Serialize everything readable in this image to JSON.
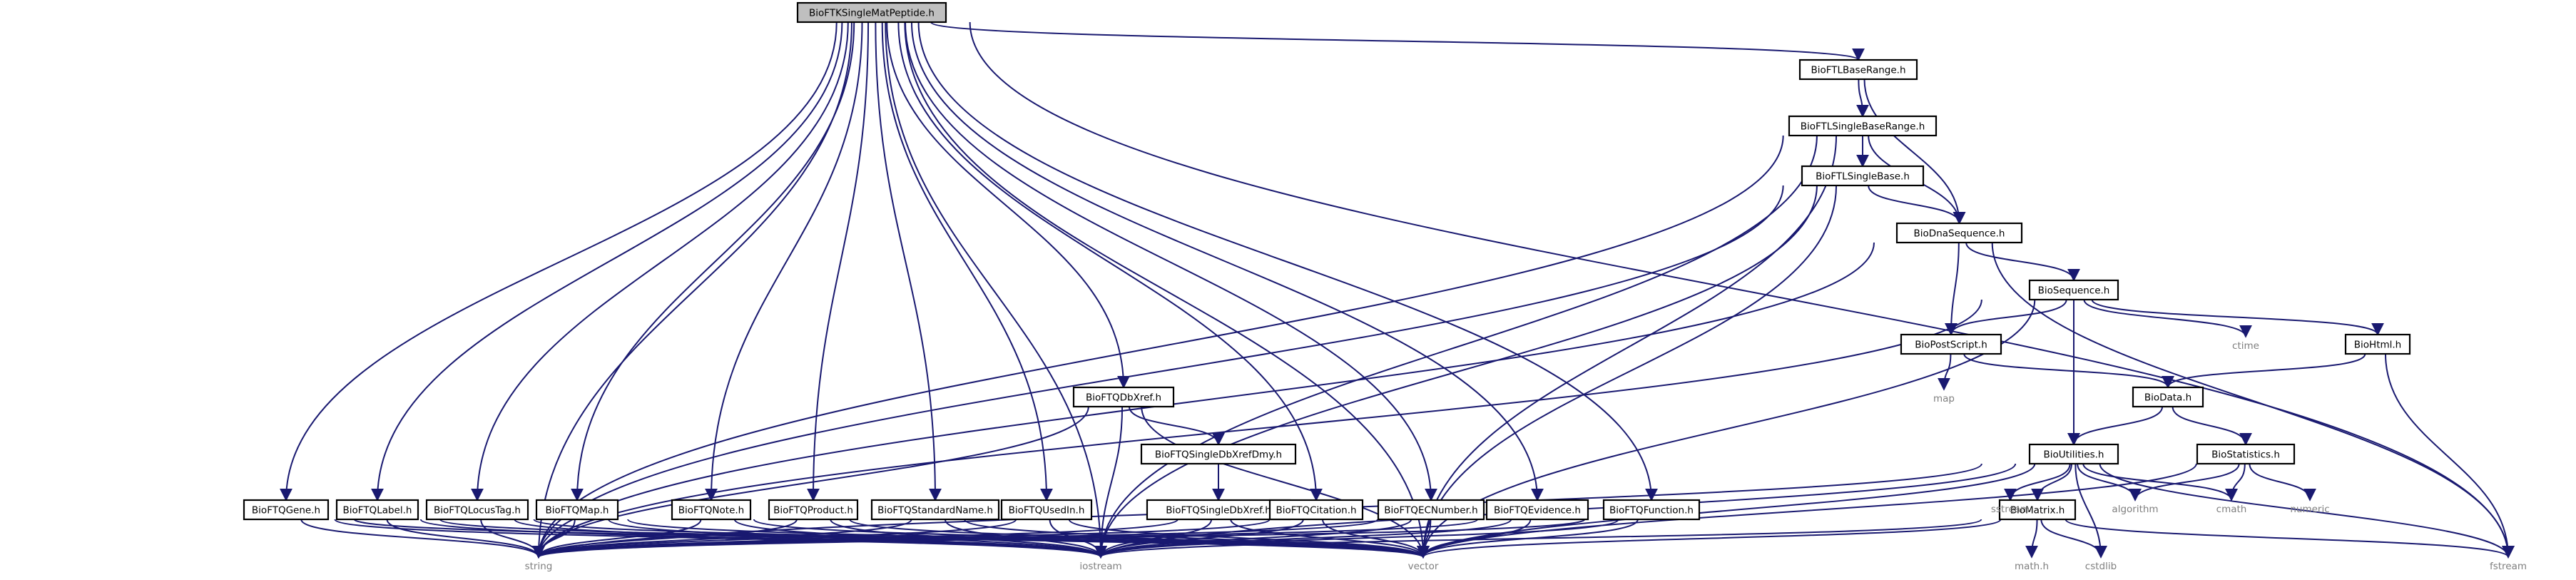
{
  "diagram": {
    "title": "",
    "edge_color": "#191970",
    "root_fill": "#bfbfbf",
    "nodes": [
      {
        "id": "root",
        "label": "BioFTKSingleMatPeptide.h",
        "kind": "root"
      },
      {
        "id": "fbaserange",
        "label": "BioFTLBaseRange.h",
        "kind": "header"
      },
      {
        "id": "fsinglebaserange",
        "label": "BioFTLSingleBaseRange.h",
        "kind": "header"
      },
      {
        "id": "fsinglebase",
        "label": "BioFTLSingleBase.h",
        "kind": "header"
      },
      {
        "id": "dnaseq",
        "label": "BioDnaSequence.h",
        "kind": "header"
      },
      {
        "id": "seq",
        "label": "BioSequence.h",
        "kind": "header"
      },
      {
        "id": "postscript",
        "label": "BioPostScript.h",
        "kind": "header"
      },
      {
        "id": "html",
        "label": "BioHtml.h",
        "kind": "header"
      },
      {
        "id": "data",
        "label": "BioData.h",
        "kind": "header"
      },
      {
        "id": "utilities",
        "label": "BioUtilities.h",
        "kind": "header"
      },
      {
        "id": "statistics",
        "label": "BioStatistics.h",
        "kind": "header"
      },
      {
        "id": "matrix",
        "label": "BioMatrix.h",
        "kind": "header"
      },
      {
        "id": "dbxref",
        "label": "BioFTQDbXref.h",
        "kind": "header"
      },
      {
        "id": "singledbxrefdmy",
        "label": "BioFTQSingleDbXrefDmy.h",
        "kind": "header"
      },
      {
        "id": "singledbxref",
        "label": "BioFTQSingleDbXref.h",
        "kind": "header"
      },
      {
        "id": "gene",
        "label": "BioFTQGene.h",
        "kind": "header"
      },
      {
        "id": "label",
        "label": "BioFTQLabel.h",
        "kind": "header"
      },
      {
        "id": "locustag",
        "label": "BioFTQLocusTag.h",
        "kind": "header"
      },
      {
        "id": "map",
        "label": "BioFTQMap.h",
        "kind": "header"
      },
      {
        "id": "note",
        "label": "BioFTQNote.h",
        "kind": "header"
      },
      {
        "id": "product",
        "label": "BioFTQProduct.h",
        "kind": "header"
      },
      {
        "id": "stdname",
        "label": "BioFTQStandardName.h",
        "kind": "header"
      },
      {
        "id": "usedin",
        "label": "BioFTQUsedIn.h",
        "kind": "header"
      },
      {
        "id": "citation",
        "label": "BioFTQCitation.h",
        "kind": "header"
      },
      {
        "id": "ecnumber",
        "label": "BioFTQECNumber.h",
        "kind": "header"
      },
      {
        "id": "evidence",
        "label": "BioFTQEvidence.h",
        "kind": "header"
      },
      {
        "id": "function",
        "label": "BioFTQFunction.h",
        "kind": "header"
      },
      {
        "id": "string",
        "label": "string",
        "kind": "system"
      },
      {
        "id": "iostream",
        "label": "iostream",
        "kind": "system"
      },
      {
        "id": "vector",
        "label": "vector",
        "kind": "system"
      },
      {
        "id": "fstream",
        "label": "fstream",
        "kind": "system"
      },
      {
        "id": "ctime",
        "label": "ctime",
        "kind": "system"
      },
      {
        "id": "mapsys",
        "label": "map",
        "kind": "system"
      },
      {
        "id": "sstream",
        "label": "sstream",
        "kind": "system"
      },
      {
        "id": "algorithm",
        "label": "algorithm",
        "kind": "system"
      },
      {
        "id": "cmath",
        "label": "cmath",
        "kind": "system"
      },
      {
        "id": "numeric",
        "label": "numeric",
        "kind": "system"
      },
      {
        "id": "mathh",
        "label": "math.h",
        "kind": "system"
      },
      {
        "id": "cstdlib",
        "label": "cstdlib",
        "kind": "system"
      }
    ],
    "edges": [
      [
        "root",
        "string"
      ],
      [
        "root",
        "iostream"
      ],
      [
        "root",
        "vector"
      ],
      [
        "root",
        "fstream"
      ],
      [
        "root",
        "fbaserange"
      ],
      [
        "root",
        "dbxref"
      ],
      [
        "root",
        "gene"
      ],
      [
        "root",
        "label"
      ],
      [
        "root",
        "locustag"
      ],
      [
        "root",
        "map"
      ],
      [
        "root",
        "note"
      ],
      [
        "root",
        "product"
      ],
      [
        "root",
        "stdname"
      ],
      [
        "root",
        "usedin"
      ],
      [
        "root",
        "citation"
      ],
      [
        "root",
        "ecnumber"
      ],
      [
        "root",
        "evidence"
      ],
      [
        "root",
        "function"
      ],
      [
        "fbaserange",
        "fsinglebaserange"
      ],
      [
        "fbaserange",
        "dnaseq"
      ],
      [
        "fsinglebaserange",
        "string"
      ],
      [
        "fsinglebaserange",
        "iostream"
      ],
      [
        "fsinglebaserange",
        "vector"
      ],
      [
        "fsinglebaserange",
        "fsinglebase"
      ],
      [
        "fsinglebaserange",
        "dnaseq"
      ],
      [
        "fsinglebase",
        "string"
      ],
      [
        "fsinglebase",
        "iostream"
      ],
      [
        "fsinglebase",
        "vector"
      ],
      [
        "fsinglebase",
        "dnaseq"
      ],
      [
        "dnaseq",
        "string"
      ],
      [
        "dnaseq",
        "seq"
      ],
      [
        "dnaseq",
        "postscript"
      ],
      [
        "dnaseq",
        "fstream"
      ],
      [
        "seq",
        "string"
      ],
      [
        "seq",
        "vector"
      ],
      [
        "seq",
        "ctime"
      ],
      [
        "seq",
        "postscript"
      ],
      [
        "seq",
        "html"
      ],
      [
        "seq",
        "utilities"
      ],
      [
        "postscript",
        "mapsys"
      ],
      [
        "postscript",
        "data"
      ],
      [
        "html",
        "data"
      ],
      [
        "html",
        "fstream"
      ],
      [
        "data",
        "utilities"
      ],
      [
        "data",
        "statistics"
      ],
      [
        "utilities",
        "string"
      ],
      [
        "utilities",
        "iostream"
      ],
      [
        "utilities",
        "vector"
      ],
      [
        "utilities",
        "fstream"
      ],
      [
        "utilities",
        "sstream"
      ],
      [
        "utilities",
        "algorithm"
      ],
      [
        "utilities",
        "cmath"
      ],
      [
        "utilities",
        "cstdlib"
      ],
      [
        "utilities",
        "matrix"
      ],
      [
        "statistics",
        "vector"
      ],
      [
        "statistics",
        "algorithm"
      ],
      [
        "statistics",
        "cmath"
      ],
      [
        "statistics",
        "numeric"
      ],
      [
        "matrix",
        "iostream"
      ],
      [
        "matrix",
        "vector"
      ],
      [
        "matrix",
        "mathh"
      ],
      [
        "matrix",
        "cstdlib"
      ],
      [
        "matrix",
        "fstream"
      ],
      [
        "dbxref",
        "string"
      ],
      [
        "dbxref",
        "iostream"
      ],
      [
        "dbxref",
        "vector"
      ],
      [
        "dbxref",
        "singledbxrefdmy"
      ],
      [
        "singledbxrefdmy",
        "singledbxref"
      ],
      [
        "singledbxref",
        "string"
      ],
      [
        "singledbxref",
        "iostream"
      ],
      [
        "singledbxref",
        "vector"
      ],
      [
        "gene",
        "string"
      ],
      [
        "gene",
        "iostream"
      ],
      [
        "gene",
        "vector"
      ],
      [
        "label",
        "string"
      ],
      [
        "label",
        "iostream"
      ],
      [
        "label",
        "vector"
      ],
      [
        "locustag",
        "string"
      ],
      [
        "locustag",
        "iostream"
      ],
      [
        "locustag",
        "vector"
      ],
      [
        "map",
        "string"
      ],
      [
        "map",
        "iostream"
      ],
      [
        "map",
        "vector"
      ],
      [
        "note",
        "string"
      ],
      [
        "note",
        "iostream"
      ],
      [
        "note",
        "vector"
      ],
      [
        "product",
        "string"
      ],
      [
        "product",
        "iostream"
      ],
      [
        "product",
        "vector"
      ],
      [
        "stdname",
        "string"
      ],
      [
        "stdname",
        "iostream"
      ],
      [
        "stdname",
        "vector"
      ],
      [
        "usedin",
        "string"
      ],
      [
        "usedin",
        "iostream"
      ],
      [
        "usedin",
        "vector"
      ],
      [
        "citation",
        "string"
      ],
      [
        "citation",
        "iostream"
      ],
      [
        "citation",
        "vector"
      ],
      [
        "ecnumber",
        "string"
      ],
      [
        "ecnumber",
        "iostream"
      ],
      [
        "ecnumber",
        "vector"
      ],
      [
        "evidence",
        "string"
      ],
      [
        "evidence",
        "iostream"
      ],
      [
        "evidence",
        "vector"
      ],
      [
        "function",
        "string"
      ],
      [
        "function",
        "iostream"
      ],
      [
        "function",
        "vector"
      ]
    ]
  }
}
